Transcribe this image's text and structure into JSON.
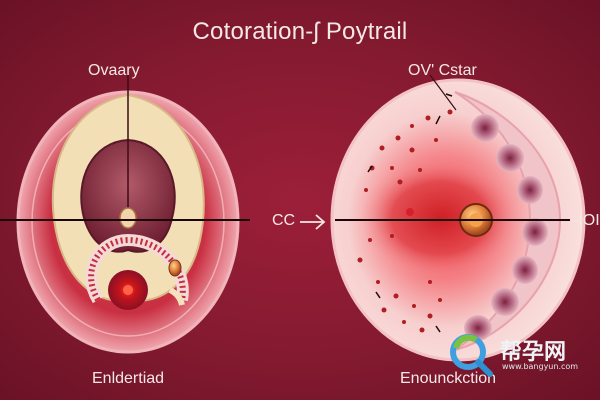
{
  "title": "Cotoration-ʃ Poytrail",
  "labels": {
    "left_top": "Ovaary",
    "right_top": "OV' Cstar",
    "middle": "CC",
    "right_edge": "-IOI",
    "left_bottom": "Enldertiad",
    "right_bottom": "Enounckction"
  },
  "watermark": {
    "brand": "帮孕网",
    "url": "www.bangyun.com"
  },
  "colors": {
    "background": "#8b1a32",
    "outer_rim": "#f3c2c4",
    "cream_tissue": "#f2dfb6",
    "ovary_dark": "#8a3346",
    "egg_gold": "#e08a3a",
    "cell_purple": "#b0607c",
    "dot_red": "#b01d22"
  },
  "icons": {
    "arrow": "right-arrow-icon",
    "watermark_logo": "magnifier-logo-icon"
  }
}
